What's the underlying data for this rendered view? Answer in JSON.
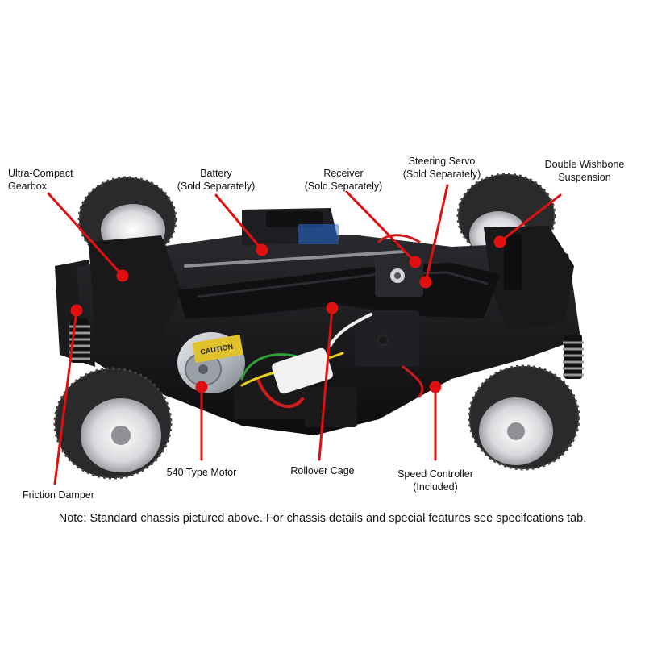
{
  "callouts": [
    {
      "id": "ultra-compact-gearbox",
      "lines": [
        "Ultra-Compact",
        "Gearbox"
      ]
    },
    {
      "id": "battery",
      "lines": [
        "Battery",
        "(Sold Separately)"
      ]
    },
    {
      "id": "receiver",
      "lines": [
        "Receiver",
        "(Sold Separately)"
      ]
    },
    {
      "id": "steering-servo",
      "lines": [
        "Steering Servo",
        "(Sold Separately)"
      ]
    },
    {
      "id": "double-wishbone-suspension",
      "lines": [
        "Double Wishbone",
        "Suspension"
      ]
    },
    {
      "id": "friction-damper",
      "lines": [
        "Friction Damper"
      ]
    },
    {
      "id": "540-type-motor",
      "lines": [
        "540 Type Motor"
      ]
    },
    {
      "id": "rollover-cage",
      "lines": [
        "Rollover Cage"
      ]
    },
    {
      "id": "speed-controller",
      "lines": [
        "Speed Controller",
        "(Included)"
      ]
    }
  ],
  "motor_sticker_text": "CAUTION",
  "note": "Note: Standard chassis pictured above. For chassis details and special features see specifcations tab.",
  "colors": {
    "callout_line": "#e01010",
    "chassis": "#151517",
    "tire": "#2a2a2c",
    "rim": "#d8d9dc",
    "motor_can": "#b8bcc2",
    "motor_sticker": "#e2c22a",
    "wire_red": "#d21a1a",
    "wire_green": "#2fa03a",
    "wire_yellow": "#e6d21a",
    "wire_white": "#eeeeee",
    "spring": "#9a9a9a"
  }
}
